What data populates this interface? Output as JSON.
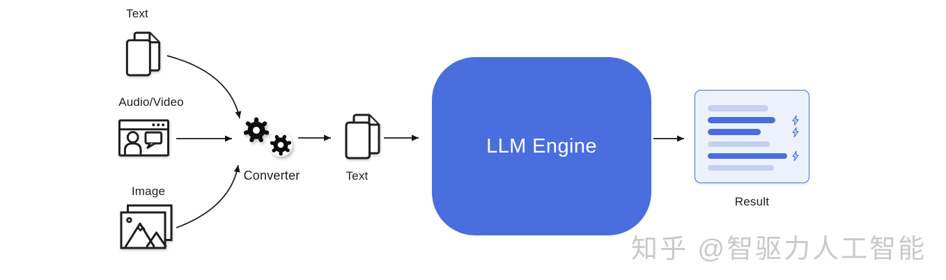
{
  "diagram": {
    "inputs": [
      {
        "id": "text",
        "label": "Text"
      },
      {
        "id": "audio-video",
        "label": "Audio/Video"
      },
      {
        "id": "image",
        "label": "Image"
      }
    ],
    "converter": {
      "label": "Converter"
    },
    "intermediate_text": {
      "label": "Text"
    },
    "engine": {
      "label": "LLM Engine",
      "color": "#4a6edd",
      "text_color": "#ffffff"
    },
    "result": {
      "label": "Result",
      "card_bg": "#edf1fb",
      "border_color": "#4a6ee0",
      "bar_colors": {
        "dark": "#4a6ee0",
        "light": "#c5cff0"
      },
      "bars": [
        {
          "tone": "light",
          "width": 87,
          "bolt": false
        },
        {
          "tone": "dark",
          "width": 97,
          "bolt": true
        },
        {
          "tone": "dark",
          "width": 76,
          "bolt": true
        },
        {
          "tone": "light",
          "width": 89,
          "bolt": false
        },
        {
          "tone": "dark",
          "width": 114,
          "bolt": true
        },
        {
          "tone": "light",
          "width": 95,
          "bolt": false
        }
      ]
    }
  },
  "watermark": {
    "text": "知乎 @智驱力人工智能",
    "color": "#c9c9c9"
  }
}
